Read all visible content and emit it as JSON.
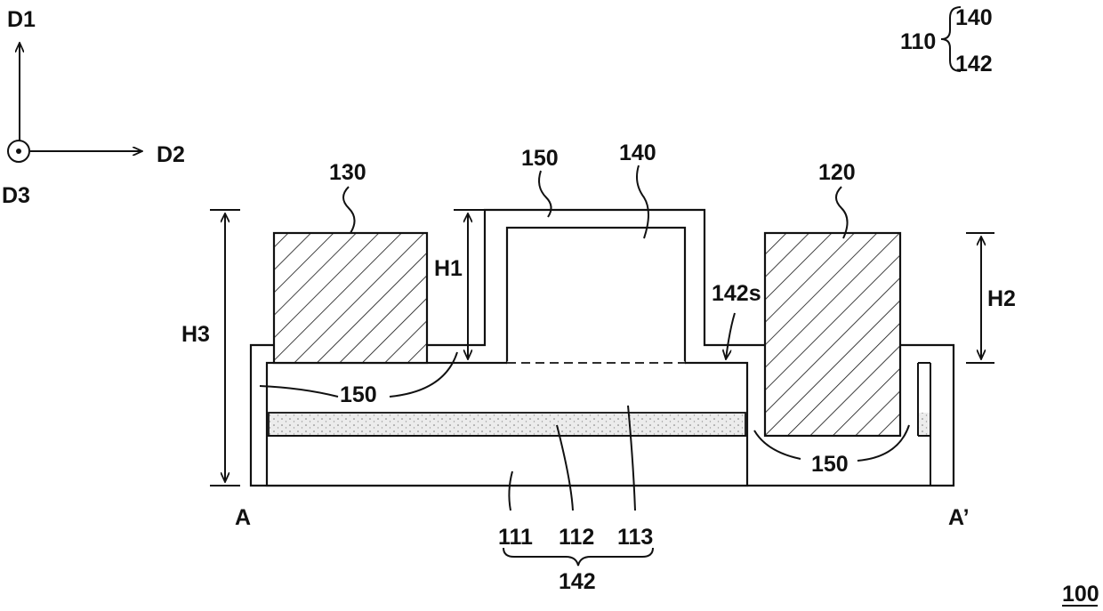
{
  "axes": {
    "d1": "D1",
    "d2": "D2",
    "d3": "D3"
  },
  "legend": {
    "group": "110",
    "item_top": "140",
    "item_bottom": "142"
  },
  "labels": {
    "l130": "130",
    "l150_top": "150",
    "l140": "140",
    "l120": "120",
    "l142s": "142s",
    "l150_left": "150",
    "l150_right": "150",
    "l111": "111",
    "l112": "112",
    "l113": "113",
    "l142": "142",
    "a": "A",
    "a_prime": "A’",
    "figure_ref": "100"
  },
  "dimensions": {
    "h1": "H1",
    "h2": "H2",
    "h3": "H3"
  },
  "colors": {
    "line": "#111111",
    "hatch": "#111111",
    "stipple": "#d9d9d9"
  }
}
